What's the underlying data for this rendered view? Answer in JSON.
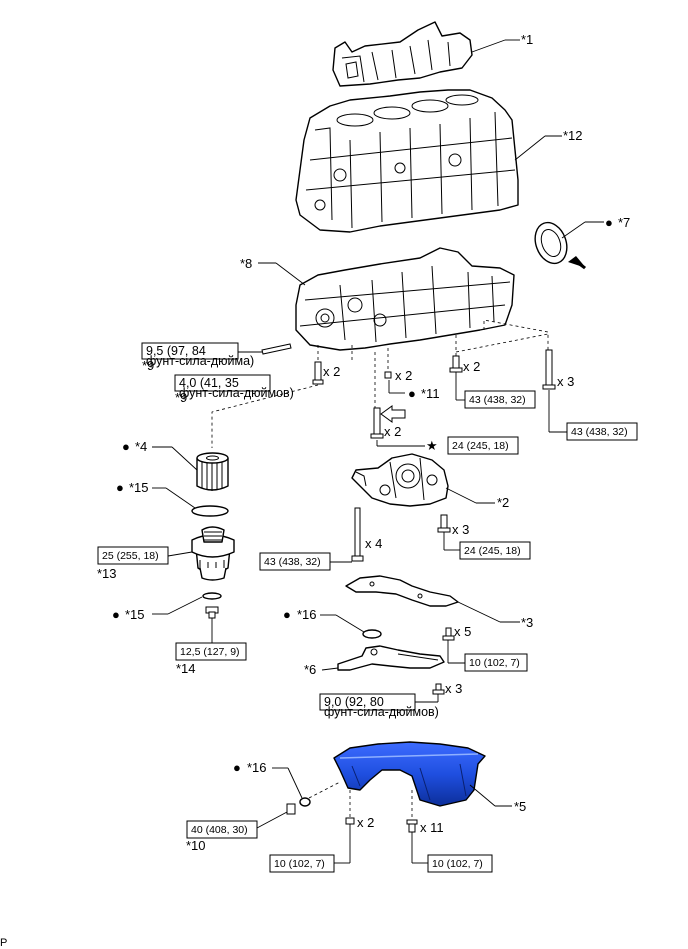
{
  "parts": {
    "p1": "*1",
    "p2": "*2",
    "p3": "*3",
    "p4": "*4",
    "p5": "*5",
    "p6": "*6",
    "p7": "*7",
    "p8": "*8",
    "p9a": "*9",
    "p9b": "*9",
    "p10": "*10",
    "p11": "*11",
    "p12": "*12",
    "p13": "*13",
    "p14": "*14",
    "p15a": "*15",
    "p15b": "*15",
    "p16a": "*16",
    "p16b": "*16"
  },
  "quantities": {
    "q_stud": "x 2",
    "q_drain": "x 2",
    "q_center": "x 2",
    "q_right1": "x 2",
    "q_right2": "x 3",
    "q_pump_right": "x 3",
    "q_pump_long": "x 4",
    "q_baffle": "x 5",
    "q_strainer": "x 3",
    "q_pan_left": "x 2",
    "q_pan_right": "x 11"
  },
  "torques": {
    "t_stud_line1": "9,5 (97, 84",
    "t_stud_line2": "фунт-сила-дюйма)",
    "t_union_line1": "4,0 (41, 35",
    "t_union_line2": "фунт-сила-дюймов)",
    "t_center": "24 (245, 18)",
    "t_right1": "43 (438, 32)",
    "t_right2": "43 (438, 32)",
    "t_pump_right": "24 (245, 18)",
    "t_pump_long": "43 (438, 32)",
    "t_filter": "25 (255, 18)",
    "t_drain_small": "12,5 (127, 9)",
    "t_baffle": "10 (102, 7)",
    "t_strainer_line1": "9,0 (92, 80",
    "t_strainer_line2": "фунт-сила-дюймов)",
    "t_pan_plug": "40 (408, 30)",
    "t_pan_left": "10 (102, 7)",
    "t_pan_right": "10 (102, 7)"
  },
  "symbols": {
    "dot": "●",
    "star": "★"
  },
  "footer": {
    "corner": "P"
  },
  "colors": {
    "oil_pan": "#1f4fe0",
    "line": "#000000"
  }
}
